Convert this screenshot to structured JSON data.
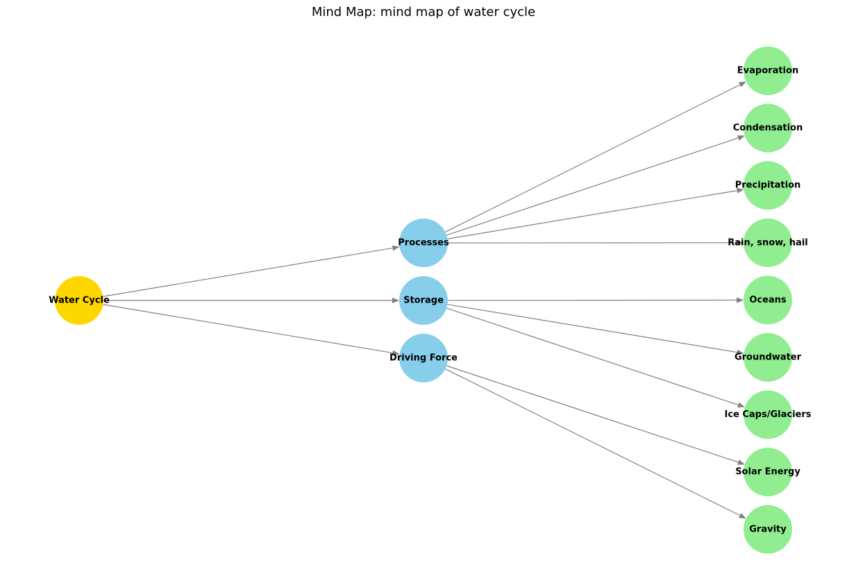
{
  "title": "Mind Map: mind map of water cycle",
  "colors": {
    "root": "#FFD700",
    "category": "#87CEEB",
    "leaf": "#90EE90",
    "edge": "#808080"
  },
  "nodes": [
    {
      "id": "water-cycle",
      "label": "Water Cycle",
      "level": "root"
    },
    {
      "id": "processes",
      "label": "Processes",
      "level": "category"
    },
    {
      "id": "storage",
      "label": "Storage",
      "level": "category"
    },
    {
      "id": "driving-force",
      "label": "Driving Force",
      "level": "category"
    },
    {
      "id": "evaporation",
      "label": "Evaporation",
      "level": "leaf"
    },
    {
      "id": "condensation",
      "label": "Condensation",
      "level": "leaf"
    },
    {
      "id": "precipitation",
      "label": "Precipitation",
      "level": "leaf"
    },
    {
      "id": "rain-snow-hail",
      "label": "Rain, snow, hail",
      "level": "leaf"
    },
    {
      "id": "oceans",
      "label": "Oceans",
      "level": "leaf"
    },
    {
      "id": "groundwater",
      "label": "Groundwater",
      "level": "leaf"
    },
    {
      "id": "ice-caps-glaciers",
      "label": "Ice Caps/Glaciers",
      "level": "leaf"
    },
    {
      "id": "solar-energy",
      "label": "Solar Energy",
      "level": "leaf"
    },
    {
      "id": "gravity",
      "label": "Gravity",
      "level": "leaf"
    }
  ],
  "edges": [
    {
      "from": "water-cycle",
      "to": "processes"
    },
    {
      "from": "water-cycle",
      "to": "storage"
    },
    {
      "from": "water-cycle",
      "to": "driving-force"
    },
    {
      "from": "processes",
      "to": "evaporation"
    },
    {
      "from": "processes",
      "to": "condensation"
    },
    {
      "from": "processes",
      "to": "precipitation"
    },
    {
      "from": "processes",
      "to": "rain-snow-hail"
    },
    {
      "from": "storage",
      "to": "oceans"
    },
    {
      "from": "storage",
      "to": "groundwater"
    },
    {
      "from": "storage",
      "to": "ice-caps-glaciers"
    },
    {
      "from": "driving-force",
      "to": "solar-energy"
    },
    {
      "from": "driving-force",
      "to": "gravity"
    }
  ]
}
